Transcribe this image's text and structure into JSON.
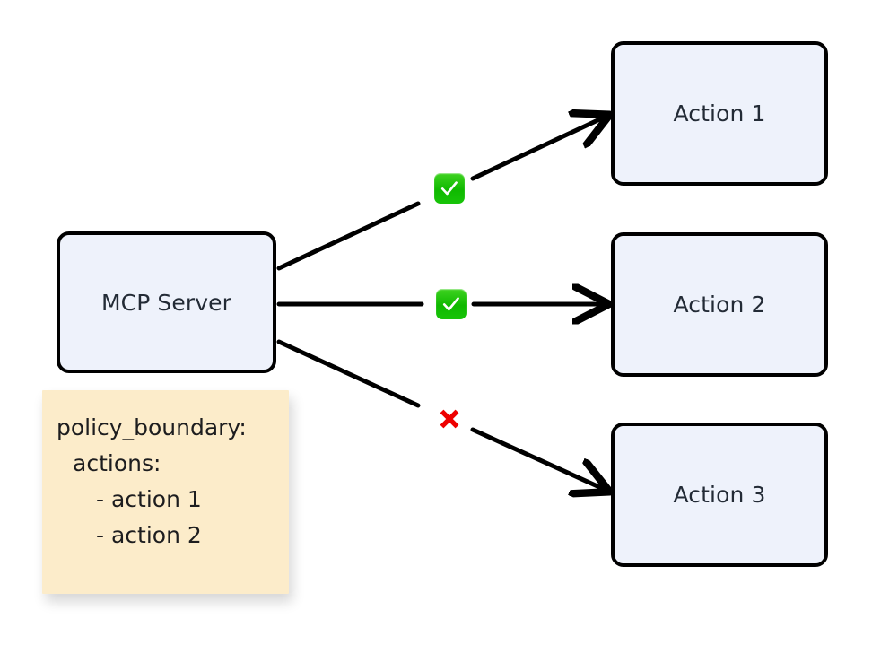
{
  "diagram": {
    "title": "MCP Server policy boundary action routing",
    "background_color": "#ffffff",
    "node_fill_color": "#eef2fb",
    "node_border_color": "#000000",
    "note_fill_color": "#fcecca",
    "allow_color": "#16b800",
    "deny_color": "#ee0000",
    "text_color": "#232b36"
  },
  "nodes": {
    "source": {
      "label": "MCP Server"
    },
    "targets": [
      {
        "label": "Action 1"
      },
      {
        "label": "Action 2"
      },
      {
        "label": "Action 3"
      }
    ]
  },
  "note": {
    "lines": [
      "policy_boundary:",
      "actions:",
      "- action 1",
      "- action 2"
    ]
  },
  "edges": [
    {
      "from": "MCP Server",
      "to": "Action 1",
      "status": "allowed",
      "badge": "check-mark-icon"
    },
    {
      "from": "MCP Server",
      "to": "Action 2",
      "status": "allowed",
      "badge": "check-mark-icon"
    },
    {
      "from": "MCP Server",
      "to": "Action 3",
      "status": "denied",
      "badge": "cross-mark-icon"
    }
  ]
}
